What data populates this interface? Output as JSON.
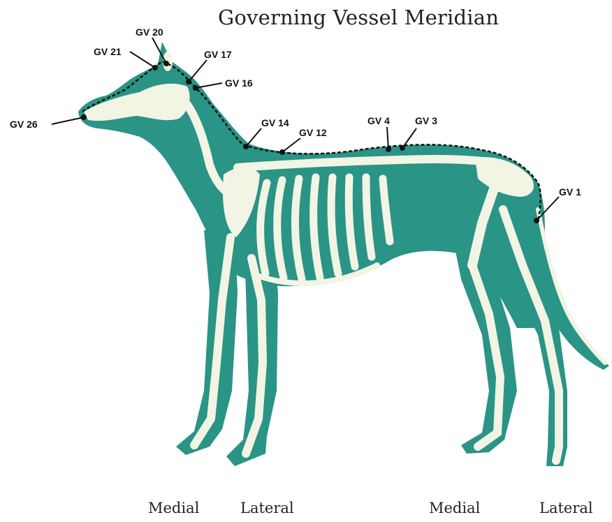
{
  "title": "Governing Vessel Meridian",
  "colors": {
    "body": "#2a9486",
    "bone": "#f2f5e4",
    "line": "#111111"
  },
  "points": {
    "gv20": "GV 20",
    "gv21": "GV 21",
    "gv17": "GV 17",
    "gv16": "GV 16",
    "gv26": "GV 26",
    "gv14": "GV 14",
    "gv12": "GV 12",
    "gv4": "GV 4",
    "gv3": "GV 3",
    "gv1": "GV 1"
  },
  "footer": {
    "front_medial": "Medial",
    "front_lateral": "Lateral",
    "hind_medial": "Medial",
    "hind_lateral": "Lateral"
  }
}
